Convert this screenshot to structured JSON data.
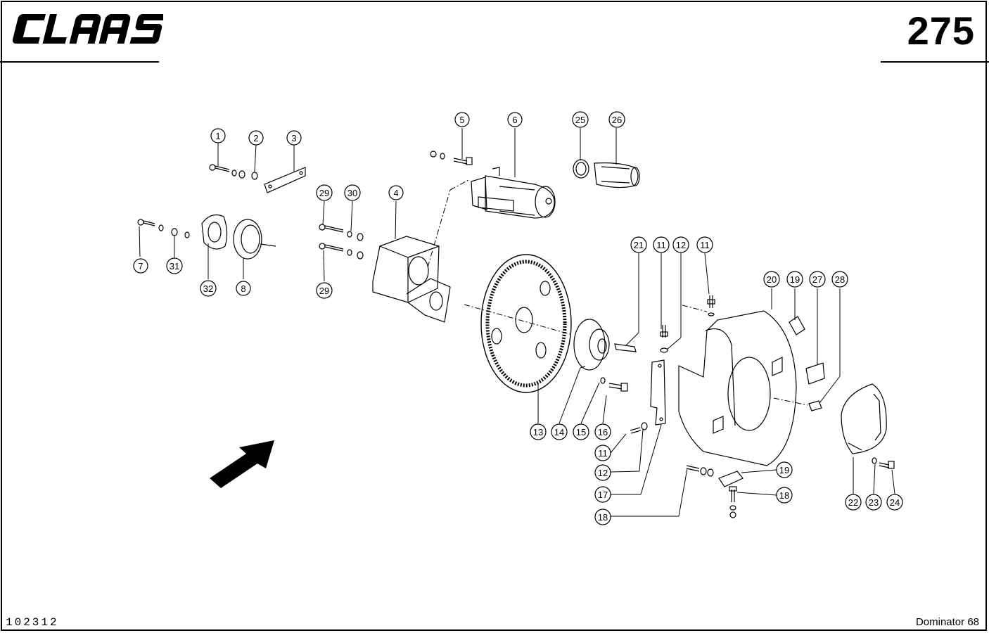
{
  "header": {
    "brand": "CLAAS",
    "page_number": "275"
  },
  "footer": {
    "doc_id": "102312",
    "model": "Dominator 68"
  },
  "callouts": [
    {
      "id": "c1",
      "label": "1"
    },
    {
      "id": "c2",
      "label": "2"
    },
    {
      "id": "c3",
      "label": "3"
    },
    {
      "id": "c5",
      "label": "5"
    },
    {
      "id": "c6",
      "label": "6"
    },
    {
      "id": "c25",
      "label": "25"
    },
    {
      "id": "c26",
      "label": "26"
    },
    {
      "id": "c29a",
      "label": "29"
    },
    {
      "id": "c30",
      "label": "30"
    },
    {
      "id": "c4",
      "label": "4"
    },
    {
      "id": "c7",
      "label": "7"
    },
    {
      "id": "c31",
      "label": "31"
    },
    {
      "id": "c32",
      "label": "32"
    },
    {
      "id": "c8",
      "label": "8"
    },
    {
      "id": "c29b",
      "label": "29"
    },
    {
      "id": "c21",
      "label": "21"
    },
    {
      "id": "c11a",
      "label": "11"
    },
    {
      "id": "c12a",
      "label": "12"
    },
    {
      "id": "c11b",
      "label": "11"
    },
    {
      "id": "c20",
      "label": "20"
    },
    {
      "id": "c19a",
      "label": "19"
    },
    {
      "id": "c27",
      "label": "27"
    },
    {
      "id": "c28",
      "label": "28"
    },
    {
      "id": "c13",
      "label": "13"
    },
    {
      "id": "c14",
      "label": "14"
    },
    {
      "id": "c15",
      "label": "15"
    },
    {
      "id": "c16",
      "label": "16"
    },
    {
      "id": "c11c",
      "label": "11"
    },
    {
      "id": "c12b",
      "label": "12"
    },
    {
      "id": "c17",
      "label": "17"
    },
    {
      "id": "c18a",
      "label": "18"
    },
    {
      "id": "c19b",
      "label": "19"
    },
    {
      "id": "c18b",
      "label": "18"
    },
    {
      "id": "c22",
      "label": "22"
    },
    {
      "id": "c23",
      "label": "23"
    },
    {
      "id": "c24",
      "label": "24"
    }
  ]
}
